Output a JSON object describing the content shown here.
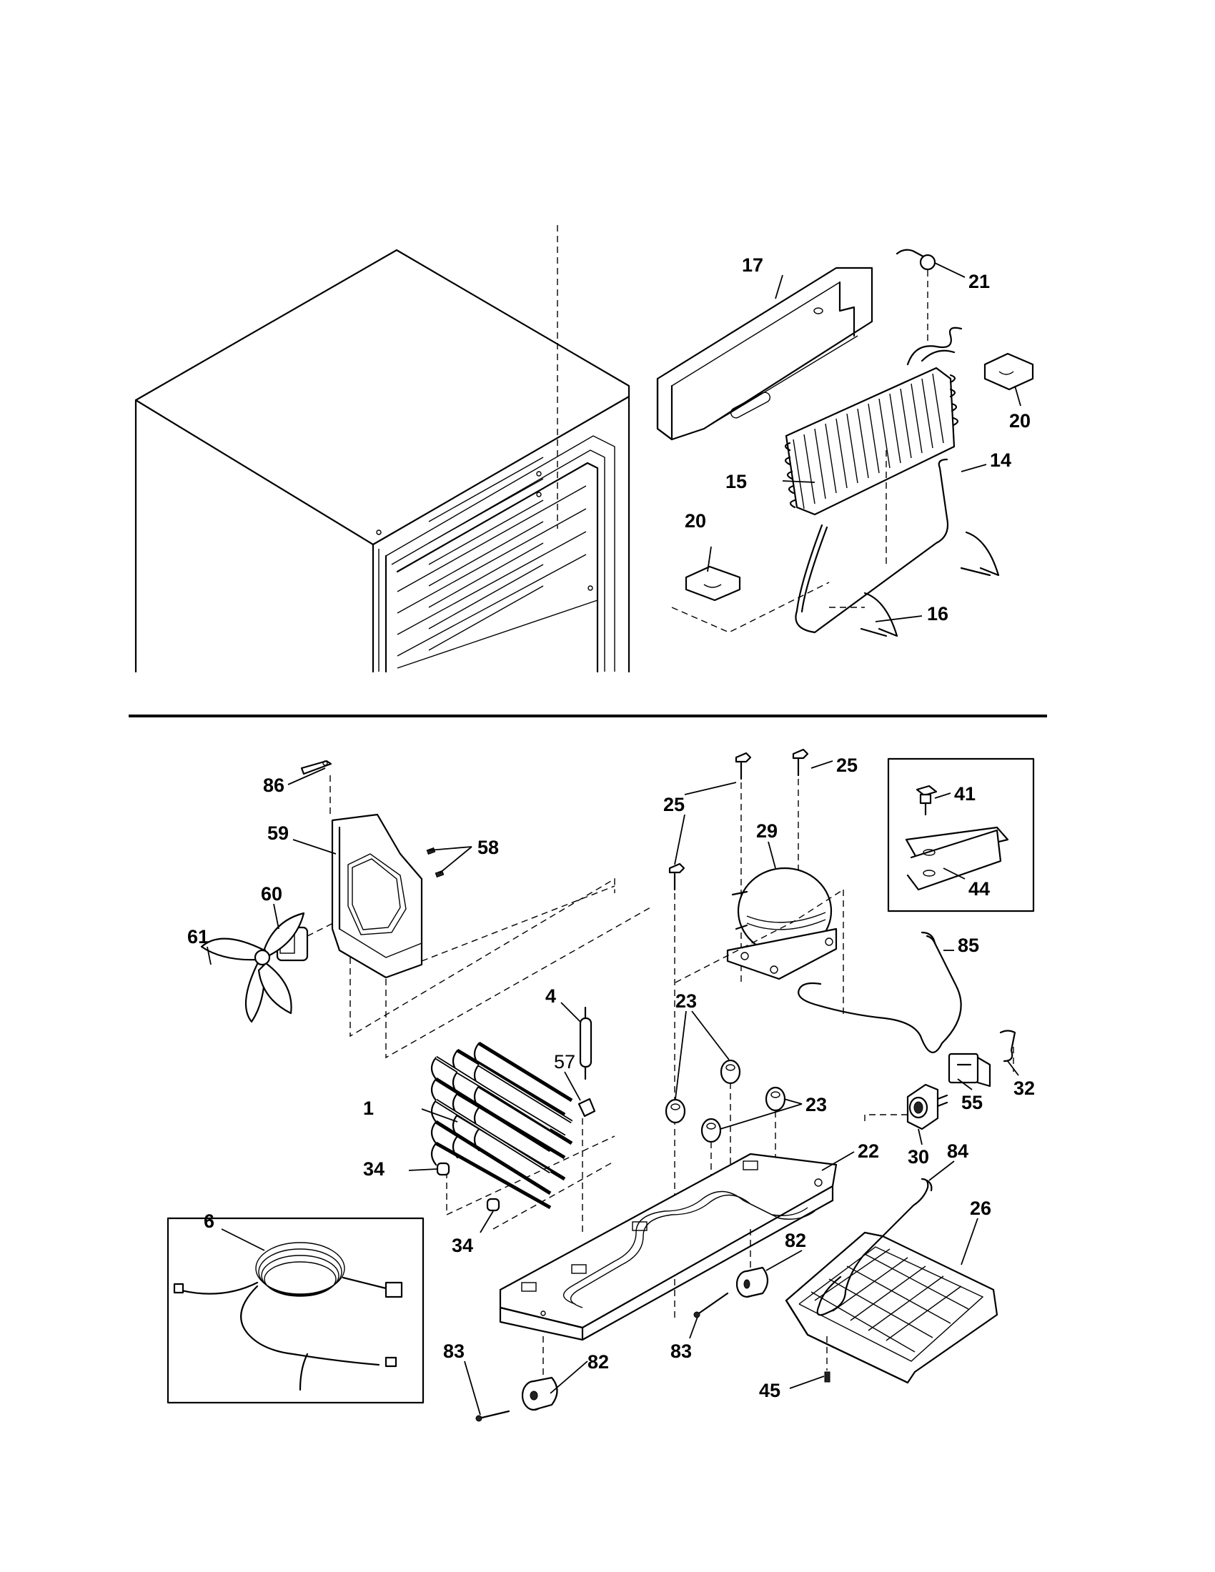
{
  "callouts": {
    "c17": "17",
    "c21": "21",
    "c20a": "20",
    "c20b": "20",
    "c15": "15",
    "c14": "14",
    "c16": "16",
    "c86": "86",
    "c59": "59",
    "c58": "58",
    "c60": "60",
    "c61": "61",
    "c25a": "25",
    "c25b": "25",
    "c29": "29",
    "c41": "41",
    "c44": "44",
    "c85": "85",
    "c4": "4",
    "c23a": "23",
    "c23b": "23",
    "c57": "57",
    "c1": "1",
    "c34a": "34",
    "c34b": "34",
    "c32": "32",
    "c55": "55",
    "c30": "30",
    "c22": "22",
    "c84": "84",
    "c26": "26",
    "c6": "6",
    "c82a": "82",
    "c82b": "82",
    "c83a": "83",
    "c83b": "83",
    "c45": "45"
  }
}
